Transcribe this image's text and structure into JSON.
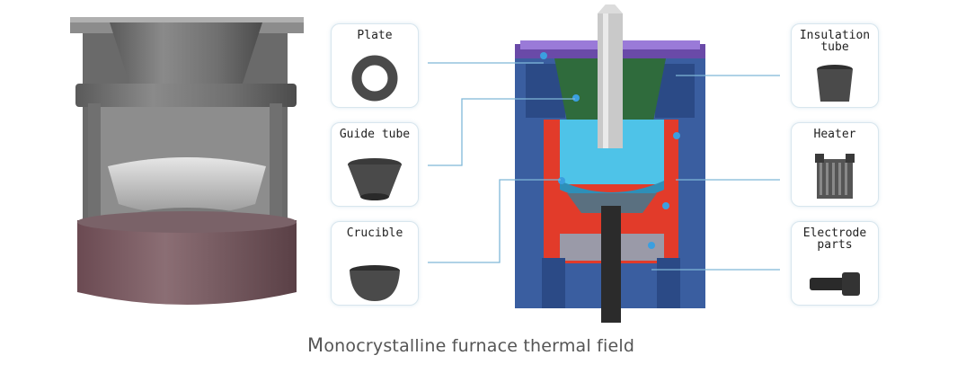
{
  "labels": {
    "plate": "Plate",
    "guide_tube": "Guide tube",
    "crucible": "Crucible",
    "insulation_tube": "Insulation\ntube",
    "heater": "Heater",
    "electrode_parts": "Electrode\nparts"
  },
  "caption": {
    "first_letter": "M",
    "rest": "onocrystalline furnace thermal field"
  },
  "colors": {
    "leader_line": "#7fb8d8",
    "card_border": "#d8e6ee",
    "graphite": "#4a4a4a",
    "outer_blue": "#3a5ea0",
    "heater_red": "#e23b2a",
    "melt_cyan": "#4ec3e8",
    "guide_green": "#2f6b3c"
  }
}
